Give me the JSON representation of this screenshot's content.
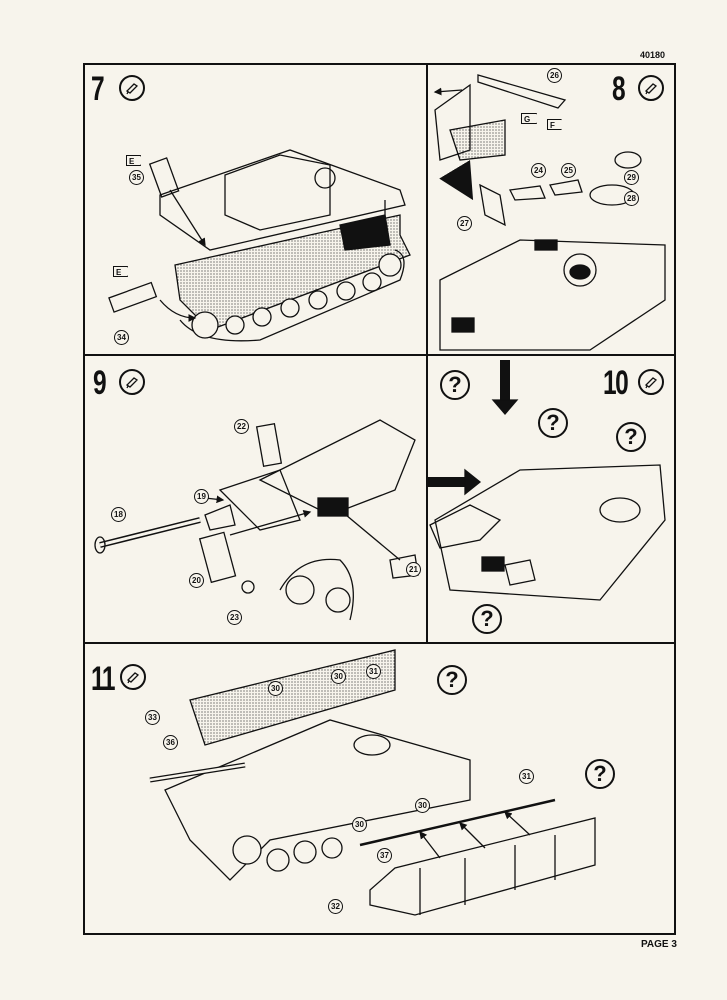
{
  "header": {
    "product_code": "40180"
  },
  "footer": {
    "page_label": "PAGE 3"
  },
  "steps": [
    {
      "number": "7",
      "icon": "glue-icon",
      "parts": [
        "35",
        "34"
      ],
      "sprue_tags": [
        "E",
        "E"
      ]
    },
    {
      "number": "8",
      "icon": "glue-icon",
      "parts": [
        "26",
        "24",
        "25",
        "29",
        "28",
        "27"
      ],
      "sprue_tags": [
        "G",
        "F"
      ]
    },
    {
      "number": "9",
      "icon": "glue-icon",
      "parts": [
        "22",
        "19",
        "18",
        "20",
        "23",
        "21"
      ]
    },
    {
      "number": "10",
      "icon": "glue-icon",
      "unknown_markers": [
        "?",
        "?",
        "?",
        "?"
      ]
    },
    {
      "number": "11",
      "icon": "glue-icon",
      "parts": [
        "33",
        "36",
        "30",
        "30",
        "31",
        "31",
        "30",
        "30",
        "37",
        "32"
      ],
      "unknown_markers": [
        "?",
        "?"
      ]
    }
  ]
}
